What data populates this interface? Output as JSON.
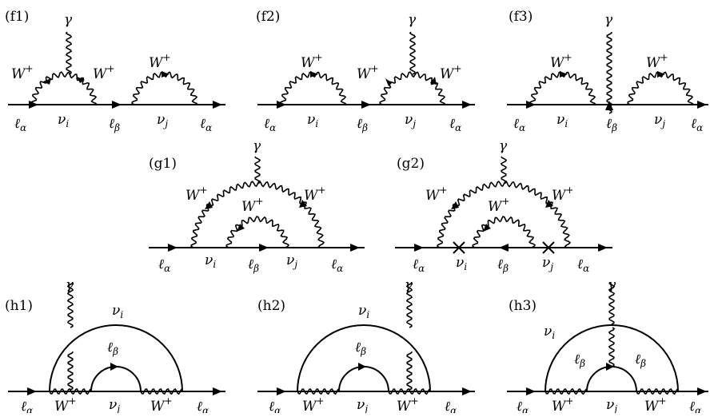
{
  "panels": {
    "f1": "(f1)",
    "f2": "(f2)",
    "f3": "(f3)",
    "g1": "(g1)",
    "g2": "(g2)",
    "h1": "(h1)",
    "h2": "(h2)",
    "h3": "(h3)"
  },
  "symbols": {
    "W": "W",
    "plus": "+",
    "gamma": "γ",
    "ell": "ℓ",
    "nu": "ν",
    "alpha": "α",
    "beta": "β",
    "i": "i",
    "j": "j"
  }
}
